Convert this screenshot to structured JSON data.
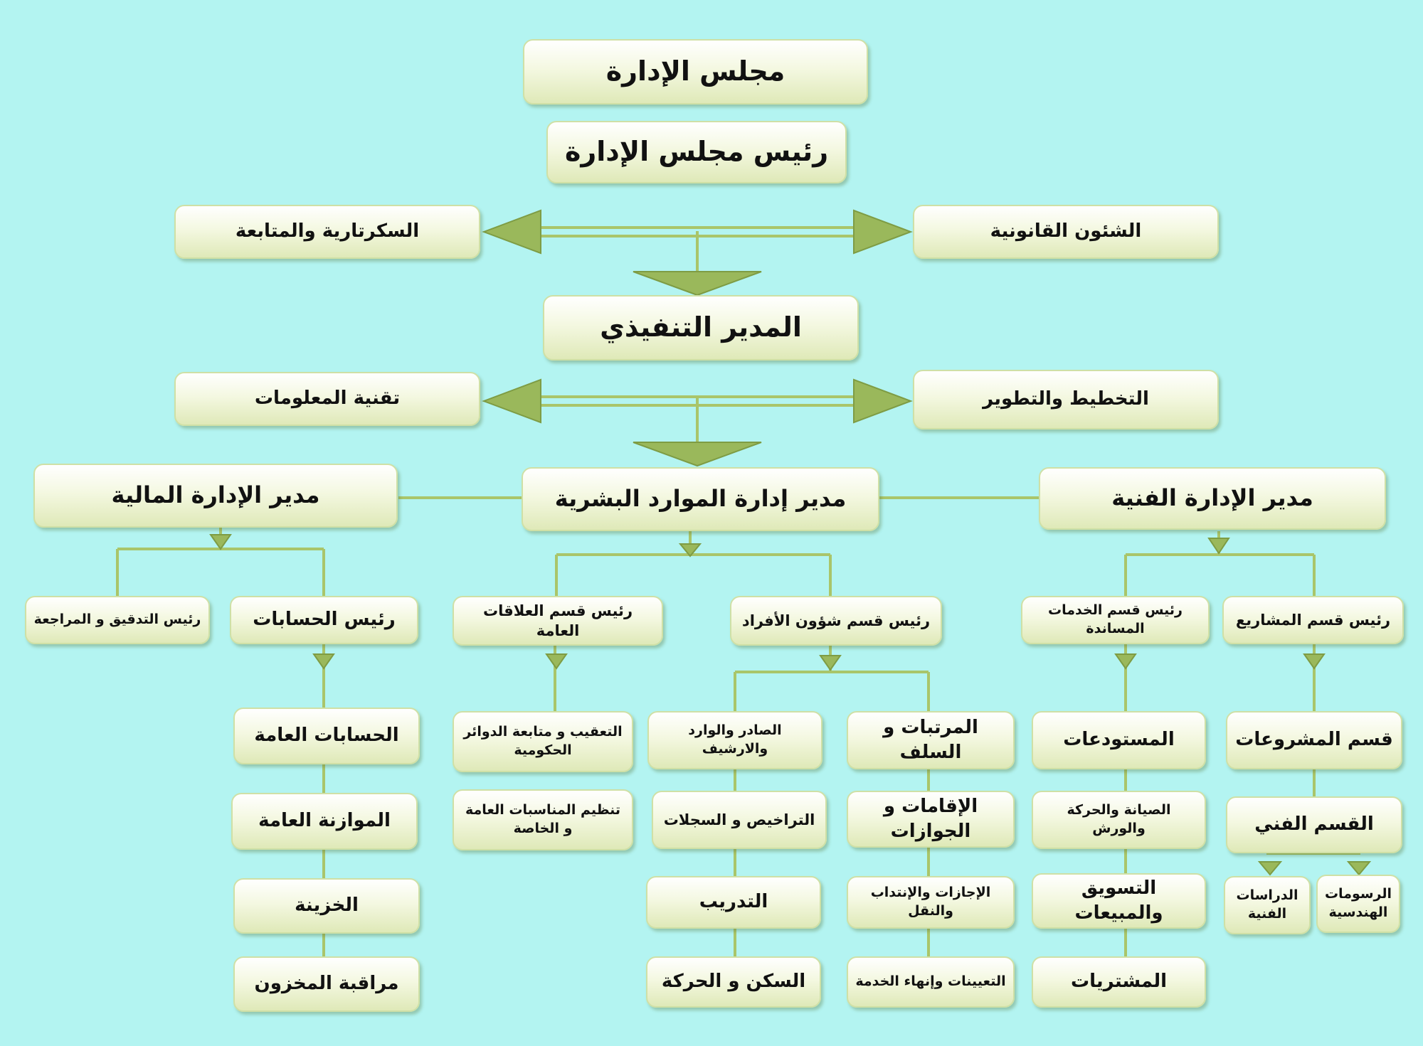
{
  "colors": {
    "background": "#b3f4f1",
    "line": "#a9c56a",
    "arrow": "#9ab85b",
    "box_bottom": "#dfe9b8"
  },
  "board": "مجلس الإدارة",
  "chairman": "رئيس مجلس الإدارة",
  "legal_affairs": "الشئون القانونية",
  "secretariat": "السكرتارية والمتابعة",
  "executive_director": "المدير التنفيذي",
  "planning": "التخطيط والتطوير",
  "it": "تقنية المعلومات",
  "technical_dept": {
    "title": "مدير الإدارة الفنية",
    "projects_head": "رئيس قسم المشاريع",
    "support_head": "رئيس قسم الخدمات المساندة",
    "projects_sub": [
      "قسم المشروعات",
      "القسم الفني"
    ],
    "studies": "الدراسات الفنية",
    "drawings": "الرسومات الهندسية",
    "support_sub": [
      "المستودعات",
      "الصيانة والحركة والورش",
      "التسويق والمبيعات",
      "المشتريات"
    ]
  },
  "hr_dept": {
    "title": "مدير إدارة الموارد البشرية",
    "personnel_head": "رئيس قسم شؤون الأفراد",
    "pr_head": "رئيس قسم العلاقات العامة",
    "personnel_right": [
      "المرتبات و السلف",
      "الإقامات و الجوازات",
      "الإجازات والإنتداب والنقل",
      "التعيينات وإنهاء الخدمة"
    ],
    "personnel_left": [
      "الصادر والوارد والارشيف",
      "التراخيص و السجلات",
      "التدريب",
      "السكن و الحركة"
    ],
    "pr_sub": [
      "التعقيب و متابعة الدوائر الحكومية",
      "تنظيم المناسبات العامة و الخاصة"
    ]
  },
  "finance_dept": {
    "title": "مدير الإدارة المالية",
    "accounts_head": "رئيس الحسابات",
    "audit_head": "رئيس التدقيق و المراجعة",
    "accounts_sub": [
      "الحسابات العامة",
      "الموازنة العامة",
      "الخزينة",
      "مراقبة المخزون"
    ]
  }
}
